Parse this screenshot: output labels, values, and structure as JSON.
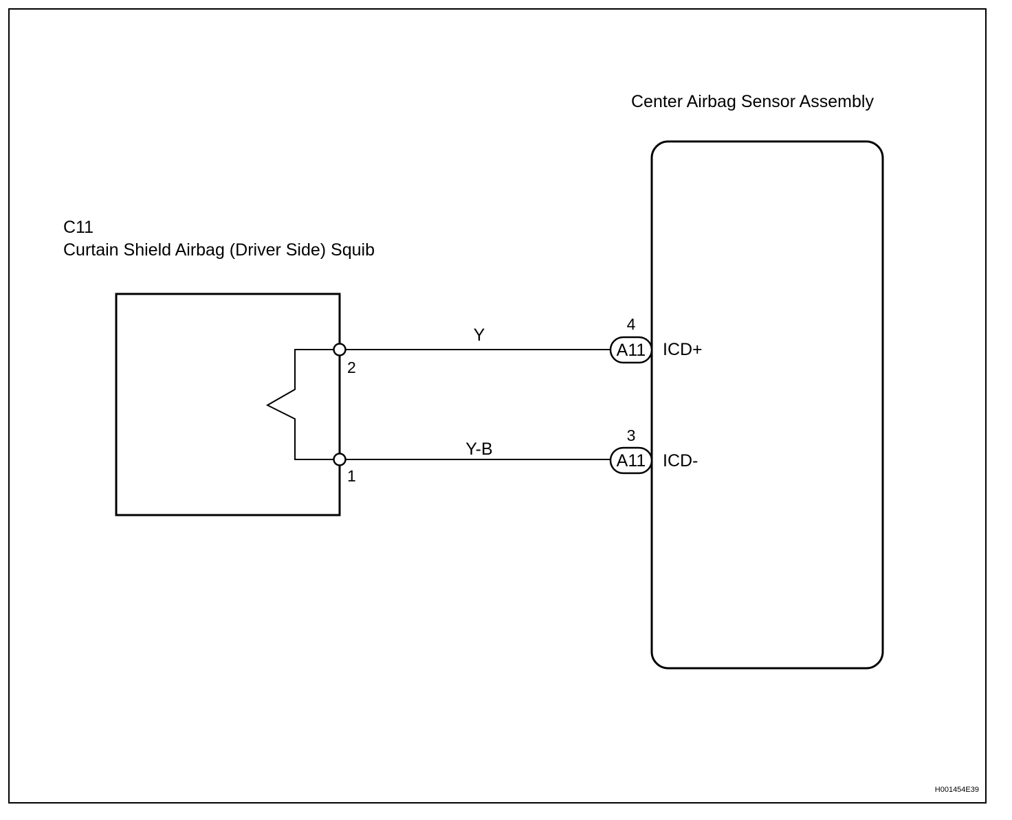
{
  "squib": {
    "code": "C11",
    "name": "Curtain Shield Airbag (Driver Side) Squib",
    "pins": [
      {
        "number": "2"
      },
      {
        "number": "1"
      }
    ]
  },
  "sensor": {
    "name": "Center Airbag Sensor Assembly",
    "terminals": [
      {
        "pin": "4",
        "connector": "A11",
        "signal": "ICD+"
      },
      {
        "pin": "3",
        "connector": "A11",
        "signal": "ICD-"
      }
    ]
  },
  "wires": [
    {
      "color_code": "Y"
    },
    {
      "color_code": "Y-B"
    }
  ],
  "figure_id": "H001454E39"
}
